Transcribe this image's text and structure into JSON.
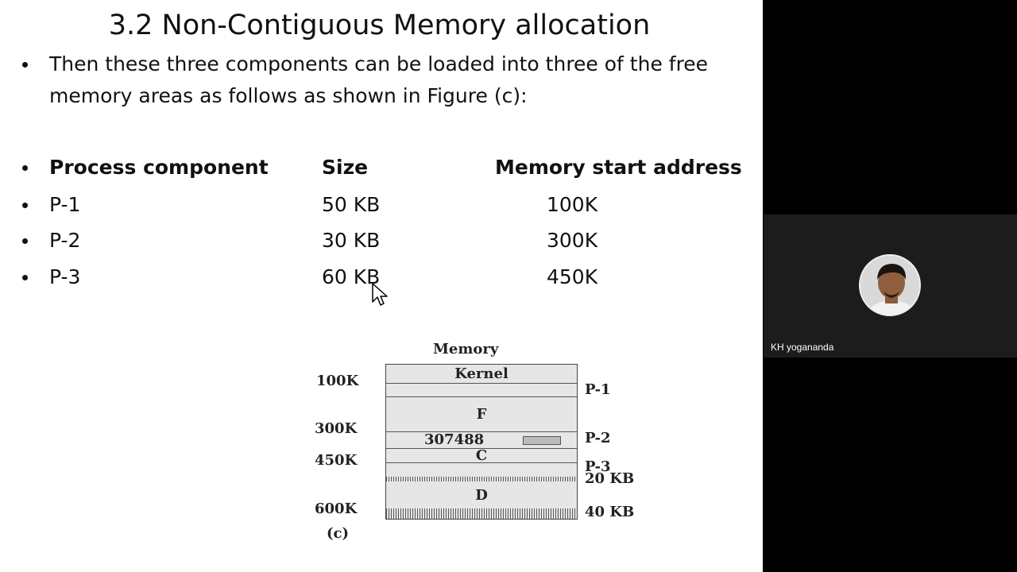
{
  "slide": {
    "title": "3.2 Non-Contiguous Memory allocation",
    "intro_line1": "Then these three components can be loaded into three of the free",
    "intro_line2": "memory areas as follows  as shown in Figure (c):",
    "table": {
      "headers": [
        "Process component",
        "Size",
        "Memory start address"
      ],
      "rows": [
        [
          "P-1",
          "50 KB",
          "100K"
        ],
        [
          "P-2",
          "30 KB",
          "300K"
        ],
        [
          "P-3",
          "60 KB",
          "450K"
        ]
      ]
    },
    "figure": {
      "title": "Memory",
      "left_labels": [
        "100K",
        "300K",
        "450K",
        "600K"
      ],
      "segments": [
        "Kernel",
        "F",
        "307488",
        "C",
        "D"
      ],
      "right_labels": [
        "P-1",
        "P-2",
        "P-3",
        "20 KB",
        "40 KB"
      ],
      "caption": "(c)"
    }
  },
  "meeting": {
    "participant_name": "KH yogananda"
  }
}
